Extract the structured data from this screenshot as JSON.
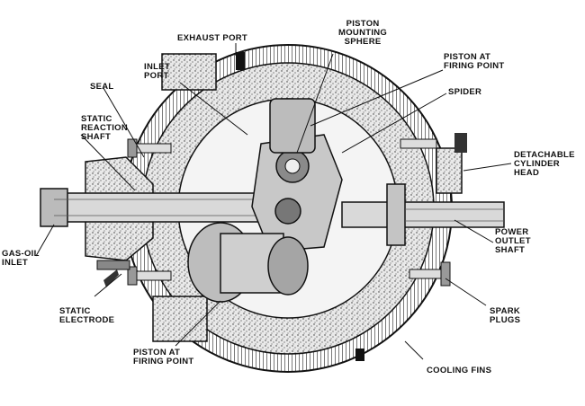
{
  "labels": {
    "exhaust_port": "EXHAUST PORT",
    "piston_mounting_sphere": "PISTON\nMOUNTING\nSPHERE",
    "inlet_port": "INLET\nPORT",
    "piston_firing_top": "PISTON AT\nFIRING POINT",
    "seal": "SEAL",
    "spider": "SPIDER",
    "static_reaction_shaft": "STATIC\nREACTION\nSHAFT",
    "detachable_cylinder_head": "DETACHABLE\nCYLINDER\nHEAD",
    "gas_oil_inlet": "GAS-OIL\nINLET",
    "power_outlet_shaft": "POWER\nOUTLET\nSHAFT",
    "static_electrode": "STATIC\nELECTRODE",
    "spark_plugs": "SPARK\nPLUGS",
    "piston_firing_bottom": "PISTON AT\nFIRING POINT",
    "cooling_fins": "COOLING FINS"
  },
  "colors": {
    "ink": "#111111",
    "paper": "#ffffff",
    "shade": "#cfcfcf",
    "dark": "#3a3a3a"
  }
}
